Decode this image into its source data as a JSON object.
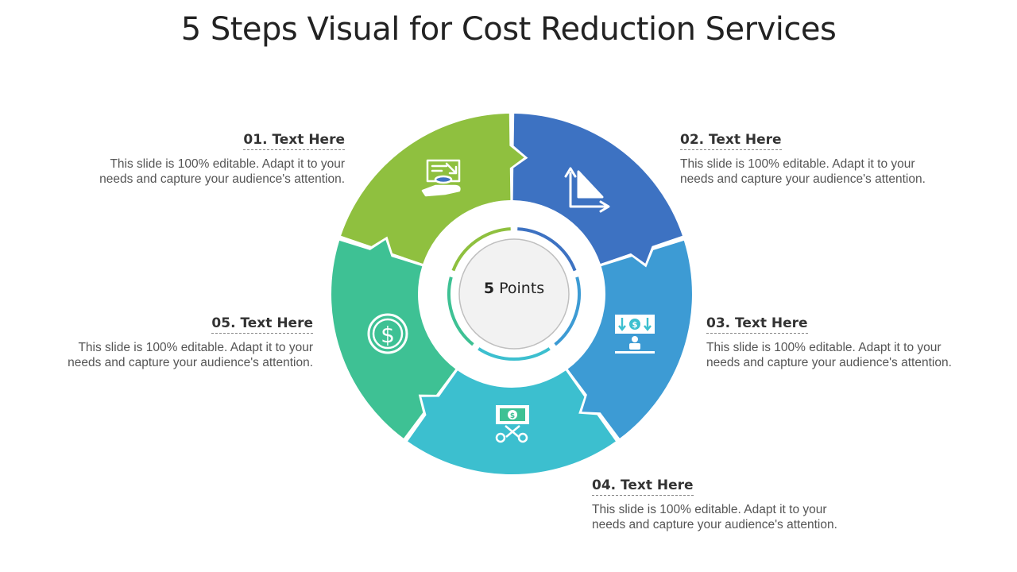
{
  "title": "5 Steps Visual for Cost Reduction Services",
  "center": {
    "number": "5",
    "label": "Points"
  },
  "steps": [
    {
      "heading": "01. Text Here",
      "description": "This slide is 100% editable. Adapt it to your needs and capture your audience's attention.",
      "icon": "budget-hand-icon",
      "color": "#3D72C2"
    },
    {
      "heading": "02. Text Here",
      "description": "This slide is 100% editable. Adapt it to your needs and capture your audience's attention.",
      "icon": "decline-chart-icon",
      "color": "#3D9BD4"
    },
    {
      "heading": "03. Text Here",
      "description": "This slide is 100% editable. Adapt it to your needs and capture your audience's attention.",
      "icon": "cost-down-board-icon",
      "color": "#3CBFCF"
    },
    {
      "heading": "04. Text Here",
      "description": "This slide is 100% editable. Adapt it to your needs and capture your audience's attention.",
      "icon": "cut-money-icon",
      "color": "#3EC194"
    },
    {
      "heading": "05. Text Here",
      "description": "This slide is 100% editable. Adapt it to your needs and capture your audience's attention.",
      "icon": "dollar-coin-icon",
      "color": "#8FC03F"
    }
  ]
}
